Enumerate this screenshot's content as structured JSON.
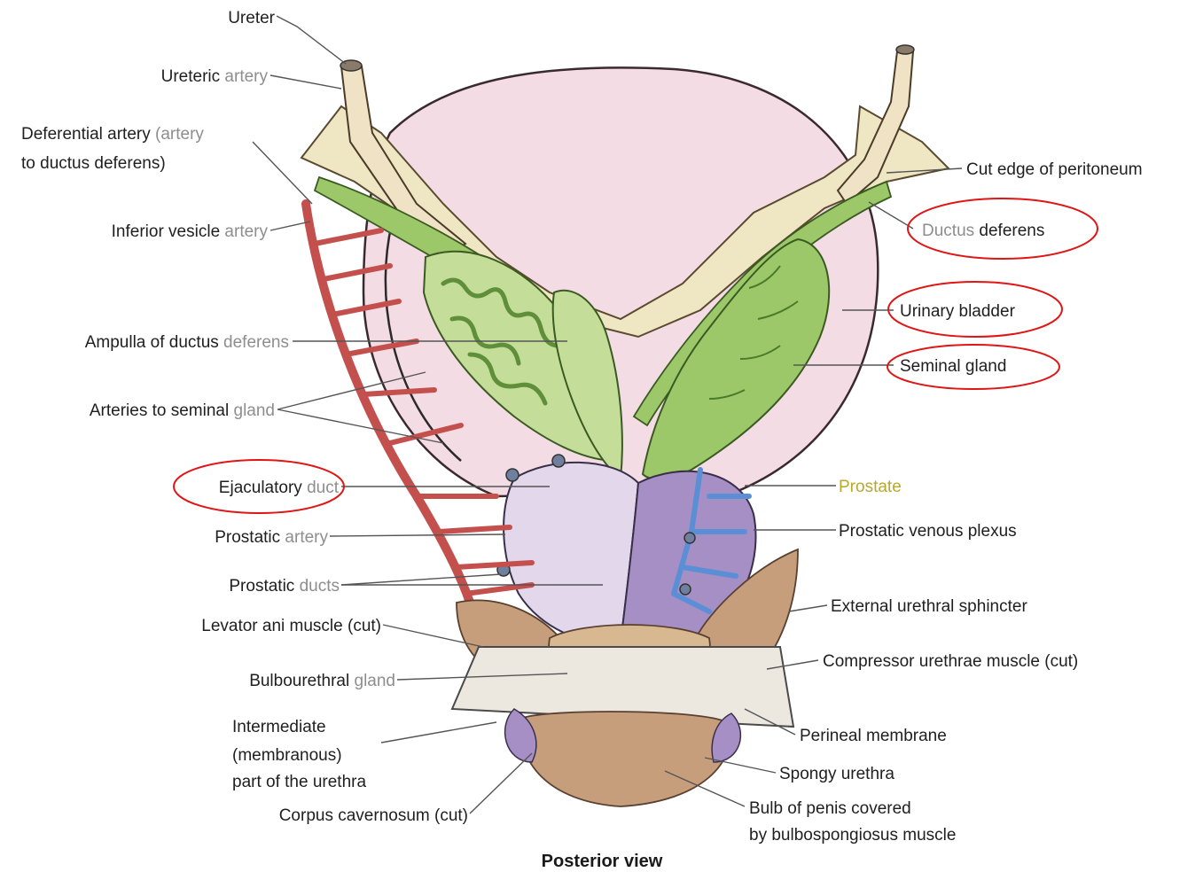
{
  "caption": "Posterior view",
  "labels": {
    "ureter": "Ureter",
    "ureteric_artery": {
      "a": "Ureteric",
      "b": " artery"
    },
    "deferential_artery": {
      "line1a": "Deferential artery",
      "line1b": " (artery",
      "line2": "to ductus deferens)"
    },
    "inferior_vesicle_artery": {
      "a": "Inferior vesicle",
      "b": " artery"
    },
    "ampulla": {
      "a": "Ampulla of ductus",
      "b": " deferens"
    },
    "arteries_seminal": {
      "a": "Arteries to seminal",
      "b": " gland"
    },
    "ejaculatory_duct": {
      "a": "Ejaculatory",
      "b": " duct"
    },
    "prostatic_artery": {
      "a": "Prostatic",
      "b": " artery"
    },
    "prostatic_ducts": {
      "a": "Prostatic",
      "b": " ducts"
    },
    "levator_ani": "Levator ani muscle (cut)",
    "bulbourethral": {
      "a": "Bulbourethral",
      "b": " gland"
    },
    "intermediate": {
      "line1": "Intermediate",
      "line2": "(membranous)",
      "line3": "part of the urethra"
    },
    "corpus_cavernosum": "Corpus cavernosum (cut)",
    "cut_edge": "Cut edge of peritoneum",
    "ductus_deferens": {
      "a": "Ductus",
      "b": " deferens"
    },
    "urinary_bladder": "Urinary bladder",
    "seminal_gland": "Seminal gland",
    "prostate": "Prostate",
    "prostatic_venous_plexus": "Prostatic venous plexus",
    "external_urethral_sphincter": "External urethral sphincter",
    "compressor_urethrae": "Compressor urethrae muscle (cut)",
    "perineal_membrane": "Perineal membrane",
    "spongy_urethra": "Spongy urethra",
    "bulb_of_penis": {
      "line1": "Bulb of penis covered",
      "line2": "by bulbospongiosus muscle"
    }
  },
  "highlighted_labels": [
    "Ductus deferens",
    "Urinary bladder",
    "Seminal gland",
    "Ejaculatory duct"
  ],
  "colors": {
    "highlight": "#e01515",
    "bladder": "#f3dce3",
    "seminal_gland": "#9cc86a",
    "prostate": "#d8c6e6",
    "artery": "#c4504e",
    "vein": "#5a8fd6",
    "muscle": "#c79e7c"
  }
}
